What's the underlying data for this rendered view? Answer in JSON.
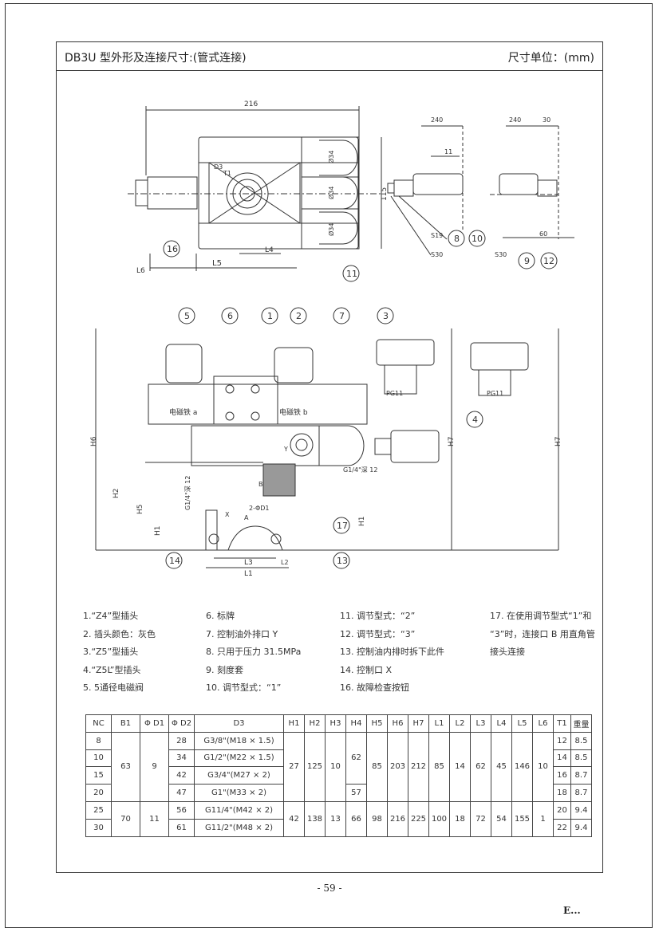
{
  "header": {
    "title": "DB3U 型外形及连接尺寸:(管式连接)",
    "unit": "尺寸单位：(mm)"
  },
  "drawing": {
    "dims": {
      "d216": "216",
      "d115": "115",
      "l4": "L4",
      "l5": "L5",
      "l6": "L6",
      "d240a": "240",
      "d240b": "240",
      "d30": "30",
      "d11": "11",
      "d60": "60",
      "s19": "S19",
      "s30a": "S30",
      "s30b": "S30",
      "h1": "H1",
      "h2": "H2",
      "h5": "H5",
      "h6": "H6",
      "h7": "H7",
      "l1": "L1",
      "l2": "L2",
      "l3": "L3",
      "pg11a": "PG11",
      "pg11b": "PG11",
      "hole2": "2-ΦD1",
      "dia34a": "Ø34",
      "dia34b": "Ø34",
      "dia34c": "Ø34",
      "mag_a": "电磁铁 a",
      "mag_b": "电磁铁 b",
      "g14": "G1/4\"深 12",
      "g14v": "G1/4\"深 12",
      "t1": "T1",
      "d3": "D3",
      "x": "X",
      "y": "Y",
      "a": "A",
      "b": "B"
    },
    "balloons": [
      "1",
      "2",
      "3",
      "4",
      "5",
      "6",
      "7",
      "8",
      "9",
      "10",
      "11",
      "12",
      "13",
      "14",
      "16",
      "17"
    ]
  },
  "notes": {
    "col1": [
      "1.“Z4”型插头",
      "2. 插头颜色：灰色",
      "3.“Z5”型插头",
      "4.“Z5L”型插头",
      "5. 5通径电磁阀"
    ],
    "col2": [
      "6. 标牌",
      "7. 控制油外排口 Y",
      "8. 只用于压力 31.5MPa",
      "9. 刻度套",
      "10. 调节型式：“1”"
    ],
    "col3": [
      "11. 调节型式：“2”",
      "12. 调节型式：“3”",
      "13. 控制油内排时拆下此件",
      "14. 控制口 X",
      "16. 故障检查按钮"
    ],
    "col4": [
      "17. 在使用调节型式“1”和",
      "“3”时，连接口 B 用直角管",
      "接头连接"
    ]
  },
  "table": {
    "headers": [
      "NC",
      "B1",
      "Φ D1",
      "Φ D2",
      "D3",
      "H1",
      "H2",
      "H3",
      "H4",
      "H5",
      "H6",
      "H7",
      "L1",
      "L2",
      "L3",
      "L4",
      "L5",
      "L6",
      "T1",
      "重量"
    ],
    "nc": [
      "8",
      "10",
      "15",
      "20",
      "25",
      "30"
    ],
    "b1": [
      "63",
      "70"
    ],
    "d1": [
      "9",
      "11"
    ],
    "d2": [
      "28",
      "34",
      "42",
      "47",
      "56",
      "61"
    ],
    "d3": [
      "G3/8\"(M18 × 1.5)",
      "G1/2\"(M22 × 1.5)",
      "G3/4\"(M27 × 2)",
      "G1\"(M33 × 2)",
      "G11/4\"(M42 × 2)",
      "G11/2\"(M48 × 2)"
    ],
    "h1": [
      "27",
      "42"
    ],
    "h2": [
      "125",
      "138"
    ],
    "h3": [
      "10",
      "13"
    ],
    "h4": [
      "62",
      "57",
      "66"
    ],
    "h5": [
      "85",
      "98"
    ],
    "h6": [
      "203",
      "216"
    ],
    "h7": [
      "212",
      "225"
    ],
    "l1": [
      "85",
      "100"
    ],
    "l2": [
      "14",
      "18"
    ],
    "l3": [
      "62",
      "72"
    ],
    "l4": [
      "45",
      "54"
    ],
    "l5": [
      "146",
      "155"
    ],
    "l6": [
      "10",
      "1"
    ],
    "t1": [
      "12",
      "14",
      "16",
      "18",
      "20",
      "22"
    ],
    "weight": [
      "8.5",
      "8.5",
      "8.7",
      "8.7",
      "9.4",
      "9.4"
    ]
  },
  "footer": {
    "page_number": "- 59 -",
    "logo": "E..."
  }
}
